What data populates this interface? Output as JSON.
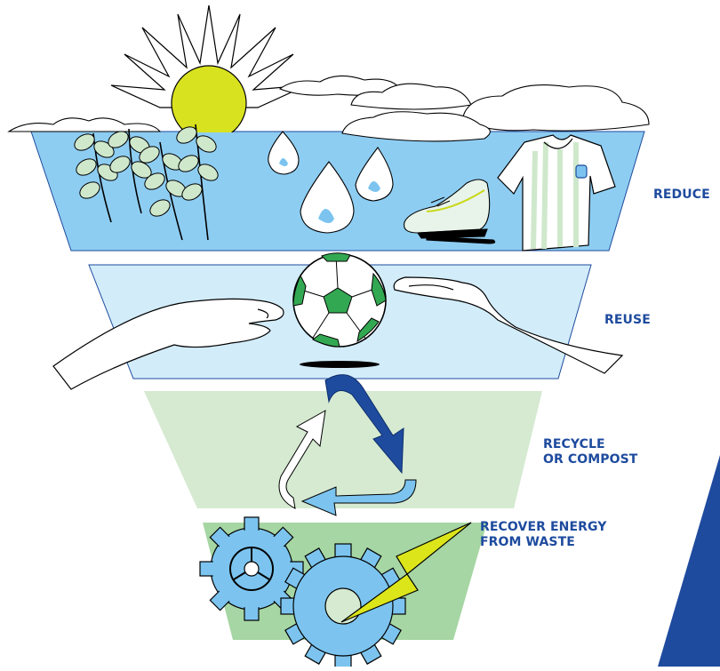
{
  "tiers": [
    {
      "label": "REDUCE",
      "fill": "#8ecdf2"
    },
    {
      "label": "REUSE",
      "fill": "#d2ecfa"
    },
    {
      "label": "RECYCLE\nOR COMPOST",
      "fill": "#d5ead1"
    },
    {
      "label": "RECOVER ENERGY\nFROM WASTE",
      "fill": "#a6d6a3"
    }
  ],
  "colors": {
    "label_text": "#1e4b9e",
    "accent_band": "#1e4b9e",
    "sun": "#d9e21f",
    "ball_patch": "#33a852",
    "leaf": "#cfe8cc",
    "gear": "#7cc4ef",
    "bolt": "#dbe51a",
    "arrow_dark": "#1e4b9e",
    "arrow_light": "#7cc4ef"
  },
  "icons": [
    "sun-icon",
    "cloud-icon",
    "leaf-branch-icon",
    "water-drop-icon",
    "football-boot-icon",
    "jersey-icon",
    "hand-icon",
    "soccer-ball-icon",
    "recycle-arrows-icon",
    "gear-icon",
    "lightning-bolt-icon"
  ]
}
